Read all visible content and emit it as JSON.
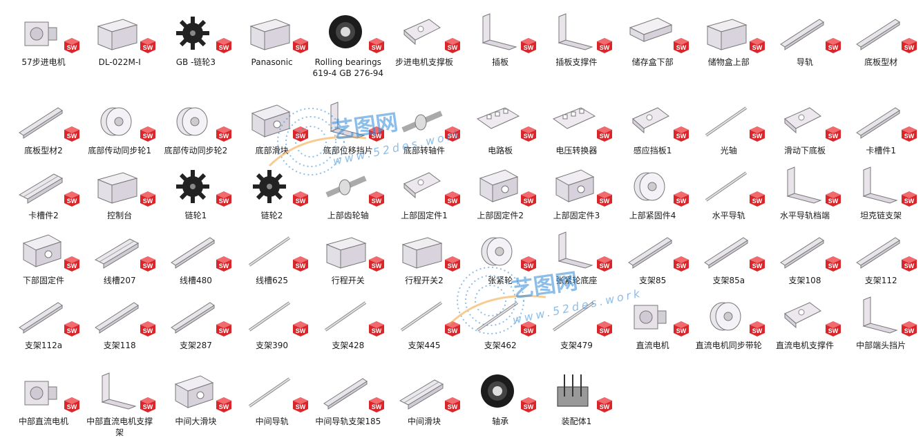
{
  "items": [
    {
      "label": "57步进电机",
      "shape": "motor"
    },
    {
      "label": "DL-022M-I",
      "shape": "box"
    },
    {
      "label": "GB -链轮3",
      "shape": "gear"
    },
    {
      "label": "Panasonic",
      "shape": "box"
    },
    {
      "label": "Rolling bearings 619-4 GB 276-94",
      "shape": "bearing"
    },
    {
      "label": "步进电机支撑板",
      "shape": "plate"
    },
    {
      "label": "插板",
      "shape": "bracket"
    },
    {
      "label": "插板支撑件",
      "shape": "bracket"
    },
    {
      "label": "储存盒下部",
      "shape": "tray"
    },
    {
      "label": "储物盒上部",
      "shape": "box"
    },
    {
      "label": "导轨",
      "shape": "rail"
    },
    {
      "label": "底板型材",
      "shape": "rail"
    },
    {
      "label": "底板型材2",
      "shape": "rail"
    },
    {
      "label": "底部传动同步轮1",
      "shape": "pulley"
    },
    {
      "label": "底部传动同步轮2",
      "shape": "pulley"
    },
    {
      "label": "底部滑块",
      "shape": "block"
    },
    {
      "label": "底部位移挡片",
      "shape": "bracket"
    },
    {
      "label": "底部转轴件",
      "shape": "shaft"
    },
    {
      "label": "电路板",
      "shape": "board"
    },
    {
      "label": "电压转换器",
      "shape": "board"
    },
    {
      "label": "感应挡板1",
      "shape": "plate"
    },
    {
      "label": "光轴",
      "shape": "rod"
    },
    {
      "label": "滑动下底板",
      "shape": "plate"
    },
    {
      "label": "卡槽件1",
      "shape": "rail"
    },
    {
      "label": "卡槽件2",
      "shape": "channel"
    },
    {
      "label": "控制台",
      "shape": "box"
    },
    {
      "label": "链轮1",
      "shape": "gear"
    },
    {
      "label": "链轮2",
      "shape": "gear"
    },
    {
      "label": "上部齿轮轴",
      "shape": "shaft"
    },
    {
      "label": "上部固定件1",
      "shape": "plate"
    },
    {
      "label": "上部固定件2",
      "shape": "block"
    },
    {
      "label": "上部固定件3",
      "shape": "block"
    },
    {
      "label": "上部紧固件4",
      "shape": "pulley"
    },
    {
      "label": "水平导轨",
      "shape": "rod"
    },
    {
      "label": "水平导轨档端",
      "shape": "bracket"
    },
    {
      "label": "坦克链支架",
      "shape": "bracket"
    },
    {
      "label": "下部固定件",
      "shape": "block"
    },
    {
      "label": "线槽207",
      "shape": "channel"
    },
    {
      "label": "线槽480",
      "shape": "rail"
    },
    {
      "label": "线槽625",
      "shape": "rod"
    },
    {
      "label": "行程开关",
      "shape": "box"
    },
    {
      "label": "行程开关2",
      "shape": "box"
    },
    {
      "label": "张紧轮",
      "shape": "pulley"
    },
    {
      "label": "张紧轮底座",
      "shape": "bracket"
    },
    {
      "label": "支架85",
      "shape": "rail"
    },
    {
      "label": "支架85a",
      "shape": "rail"
    },
    {
      "label": "支架108",
      "shape": "rail"
    },
    {
      "label": "支架112",
      "shape": "rail"
    },
    {
      "label": "支架112a",
      "shape": "rail"
    },
    {
      "label": "支架118",
      "shape": "rail"
    },
    {
      "label": "支架287",
      "shape": "rail"
    },
    {
      "label": "支架390",
      "shape": "rod"
    },
    {
      "label": "支架428",
      "shape": "rod"
    },
    {
      "label": "支架445",
      "shape": "rod"
    },
    {
      "label": "支架462",
      "shape": "rod"
    },
    {
      "label": "支架479",
      "shape": "rod"
    },
    {
      "label": "直流电机",
      "shape": "motor"
    },
    {
      "label": "直流电机同步带轮",
      "shape": "pulley"
    },
    {
      "label": "直流电机支撑件",
      "shape": "plate"
    },
    {
      "label": "中部端头挡片",
      "shape": "bracket"
    },
    {
      "label": "中部直流电机",
      "shape": "motor"
    },
    {
      "label": "中部直流电机支撑架",
      "shape": "bracket"
    },
    {
      "label": "中间大滑块",
      "shape": "block"
    },
    {
      "label": "中间导轨",
      "shape": "rod"
    },
    {
      "label": "中间导轨支架185",
      "shape": "rail"
    },
    {
      "label": "中间滑块",
      "shape": "channel"
    },
    {
      "label": "轴承",
      "shape": "bearing"
    },
    {
      "label": "装配体1",
      "shape": "assembly"
    }
  ],
  "watermark": {
    "name": "艺图网",
    "url": "www.52des.work"
  },
  "badge": {
    "text": "SW",
    "color": "#d9262b"
  }
}
